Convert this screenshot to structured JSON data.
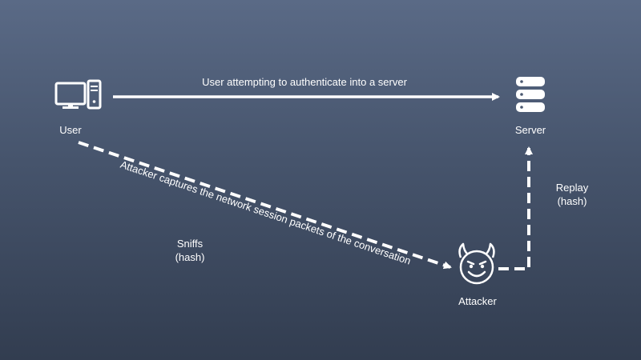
{
  "nodes": {
    "user": {
      "label": "User",
      "icon": "desktop-computer-icon"
    },
    "server": {
      "label": "Server",
      "icon": "database-server-icon"
    },
    "attacker": {
      "label": "Attacker",
      "icon": "devil-face-icon"
    }
  },
  "edges": {
    "authenticate": {
      "label": "User attempting to authenticate into a server",
      "style": "solid"
    },
    "capture": {
      "label": "Attacker captures the network session packets of the conversation",
      "style": "dashed"
    },
    "replay": {
      "label": "Replay\n(hash)",
      "style": "dashed"
    }
  },
  "annotations": {
    "sniffs": "Sniffs\n(hash)"
  },
  "colors": {
    "background_top": "#5a6a86",
    "background_bottom": "#323d50",
    "foreground": "#ffffff"
  }
}
